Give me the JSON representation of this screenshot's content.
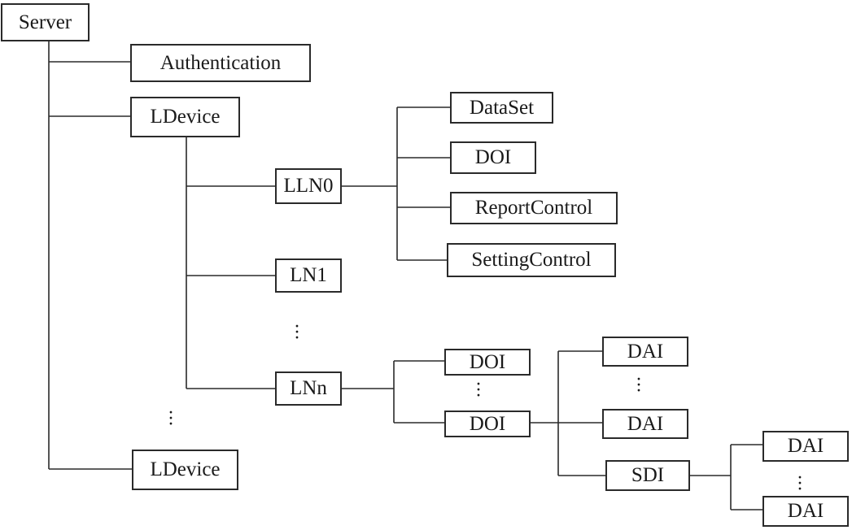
{
  "diagram": {
    "nodes": {
      "server": "Server",
      "authentication": "Authentication",
      "ldevice_1": "LDevice",
      "ldevice_n": "LDevice",
      "lln0": "LLN0",
      "ln1": "LN1",
      "lnn": "LNn",
      "dataset": "DataSet",
      "doi_lln0": "DOI",
      "report_control": "ReportControl",
      "setting_control": "SettingControl",
      "doi_lnn_1": "DOI",
      "doi_lnn_n": "DOI",
      "dai_1": "DAI",
      "dai_n": "DAI",
      "sdi": "SDI",
      "sdi_dai_1": "DAI",
      "sdi_dai_n": "DAI"
    },
    "line_color": "#2a2a2a",
    "box_border_color": "#2a2a2a"
  }
}
